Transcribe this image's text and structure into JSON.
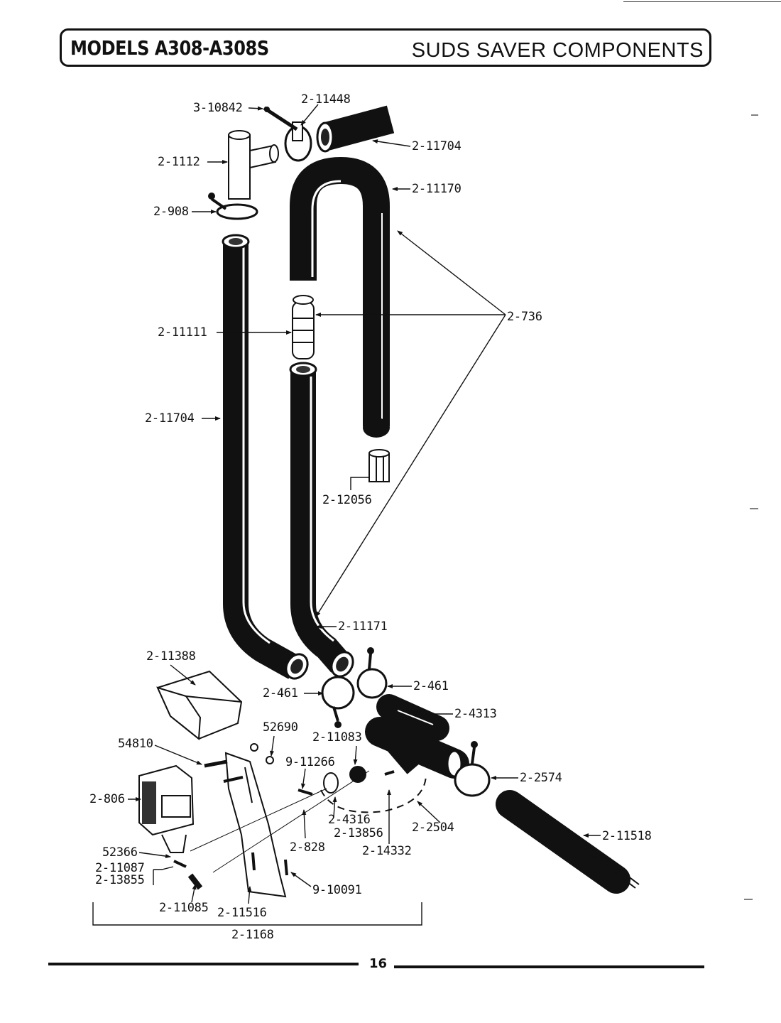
{
  "header": {
    "models_title": "MODELS A308-A308S",
    "section_title": "SUDS SAVER COMPONENTS"
  },
  "diagram": {
    "part_labels": {
      "p_3_10842": "3-10842",
      "p_2_11448": "2-11448",
      "p_2_11704_top": "2-11704",
      "p_2_1112": "2-1112",
      "p_2_11170": "2-11170",
      "p_2_908": "2-908",
      "p_2_736": "2-736",
      "p_2_11111": "2-11111",
      "p_2_11704_left": "2-11704",
      "p_2_12056": "2-12056",
      "p_2_11171": "2-11171",
      "p_2_11388": "2-11388",
      "p_2_461_left": "2-461",
      "p_2_461_right": "2-461",
      "p_2_4313": "2-4313",
      "p_52690": "52690",
      "p_2_11083": "2-11083",
      "p_54810": "54810",
      "p_9_11266": "9-11266",
      "p_2_2574": "2-2574",
      "p_2_806": "2-806",
      "p_2_4316": "2-4316",
      "p_2_13856": "2-13856",
      "p_2_2504": "2-2504",
      "p_2_11518": "2-11518",
      "p_2_828": "2-828",
      "p_2_14332": "2-14332",
      "p_52366": "52366",
      "p_2_11087": "2-11087",
      "p_2_13855": "2-13855",
      "p_9_10091": "9-10091",
      "p_2_11085": "2-11085",
      "p_2_11516": "2-11516",
      "p_2_1168": "2-1168"
    }
  },
  "footer": {
    "page_number": "16"
  }
}
